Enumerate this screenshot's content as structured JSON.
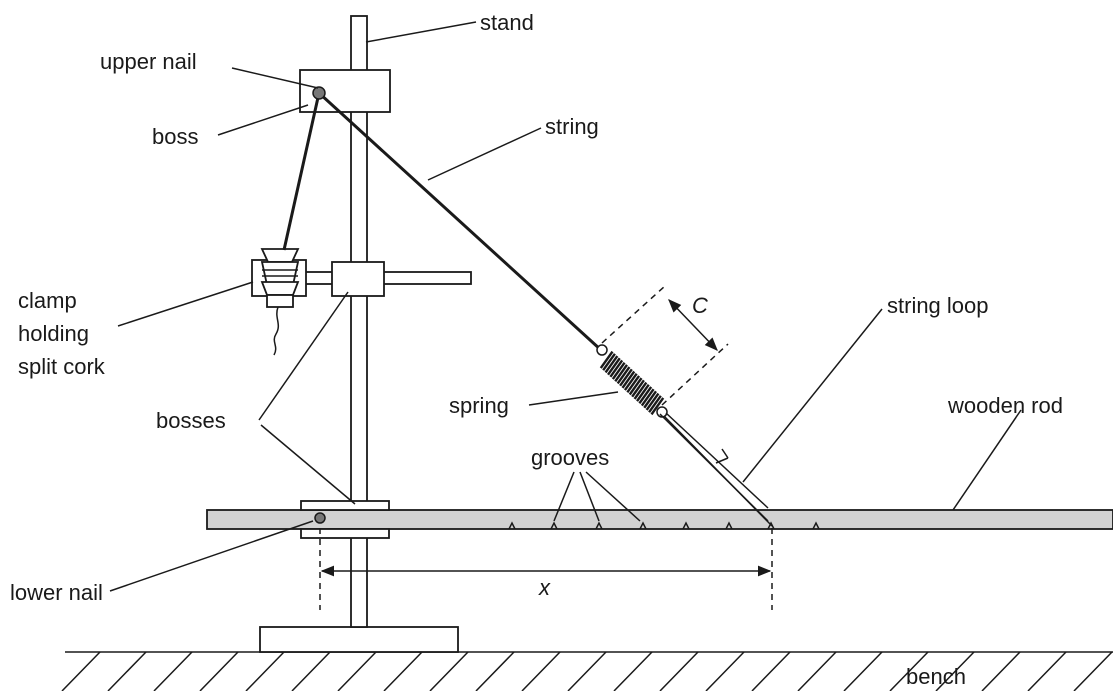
{
  "labels": {
    "stand": "stand",
    "upper_nail": "upper nail",
    "boss": "boss",
    "string": "string",
    "clamp_line1": "clamp",
    "clamp_line2": "holding",
    "clamp_line3": "split cork",
    "string_loop": "string loop",
    "spring": "spring",
    "bosses": "bosses",
    "wooden_rod": "wooden rod",
    "grooves": "grooves",
    "lower_nail": "lower nail",
    "bench": "bench",
    "C": "C",
    "x": "x"
  }
}
